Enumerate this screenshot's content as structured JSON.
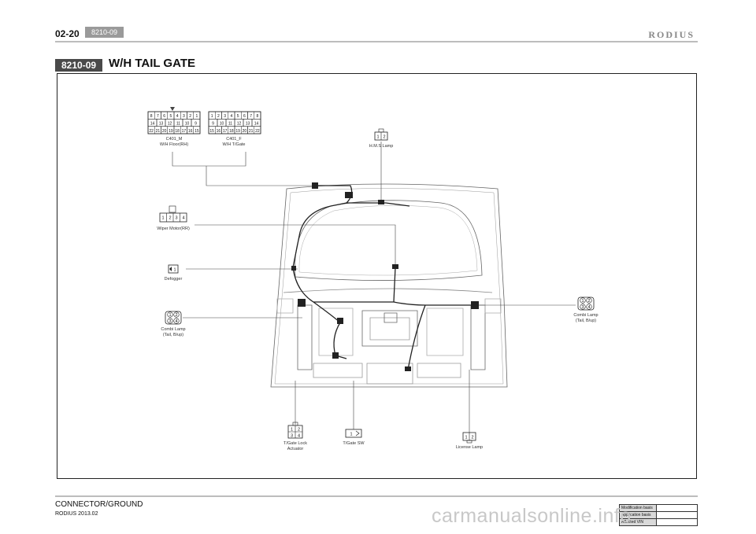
{
  "header": {
    "page_number": "02-20",
    "code_tag": "8210-09",
    "brand": "RODIUS"
  },
  "section": {
    "code": "8210-09",
    "title": "W/H TAIL GATE"
  },
  "footer": {
    "category": "CONNECTOR/GROUND",
    "edition": "RODIUS 2013.02"
  },
  "mod_table": {
    "row1": "Modification basis",
    "row2": "Application basis",
    "row3": "Affected VIN"
  },
  "watermark": "carmanualsonline.info",
  "connectors": {
    "c401m": {
      "name": "C401_M",
      "desc": "W/H Floor(RH)",
      "row1": [
        "8",
        "7",
        "6",
        "5",
        "4",
        "3",
        "2",
        "1"
      ],
      "row2": [
        "14",
        "13",
        "12",
        "11",
        "10",
        "9"
      ],
      "row3": [
        "22",
        "21",
        "20",
        "19",
        "18",
        "17",
        "16",
        "15"
      ]
    },
    "c401f": {
      "name": "C401_F",
      "desc": "W/H T/Gate",
      "row1": [
        "1",
        "2",
        "3",
        "4",
        "5",
        "6",
        "7",
        "8"
      ],
      "row2": [
        "9",
        "10",
        "11",
        "12",
        "13",
        "14"
      ],
      "row3": [
        "15",
        "16",
        "17",
        "18",
        "19",
        "20",
        "21",
        "22"
      ]
    },
    "hms": {
      "name": "H.M.S Lamp",
      "pins": [
        "1",
        "2"
      ]
    },
    "wiper": {
      "name": "Wiper Motor(RR)",
      "pins": [
        "1",
        "2",
        "3",
        "4"
      ]
    },
    "defogger": {
      "name": "Defogger",
      "pins": [
        "1"
      ]
    },
    "combi_left": {
      "name": "Combi Lamp",
      "desc": "(Tail, B/up)",
      "pins": [
        "1",
        "2",
        "3",
        "4"
      ]
    },
    "combi_right": {
      "name": "Combi Lamp",
      "desc": "(Tail, B/up)",
      "pins": [
        "1",
        "2",
        "3",
        "4"
      ]
    },
    "tgate_lock": {
      "name": "T/Gate Lock",
      "desc": "Actuator",
      "pins": [
        "1",
        "2",
        "3",
        "4"
      ]
    },
    "tgate_sw": {
      "name": "T/Gate SW",
      "pins": [
        "1"
      ]
    },
    "license": {
      "name": "License Lamp",
      "pins": [
        "1",
        "2"
      ]
    }
  }
}
